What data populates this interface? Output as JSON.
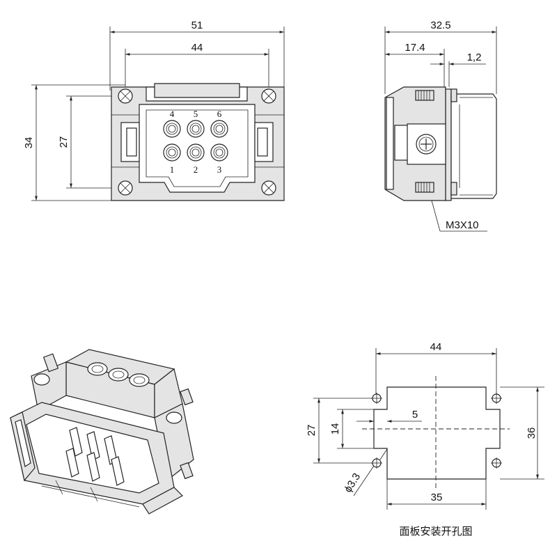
{
  "front_view": {
    "dims": {
      "overall_width": "51",
      "mount_spacing": "44",
      "overall_height": "34",
      "mount_height": "27"
    },
    "pins_top": [
      "4",
      "5",
      "6"
    ],
    "pins_bottom": [
      "1",
      "2",
      "3"
    ]
  },
  "side_view": {
    "dims": {
      "depth": "32.5",
      "flange": "17.4",
      "gap": "1,2"
    },
    "screw_callout": "M3X10"
  },
  "cutout_view": {
    "dims": {
      "top_width": "44",
      "bottom_width": "35",
      "hole_spacing": "27",
      "notch_height": "14",
      "offset": "5",
      "height": "36",
      "hole_diameter": "ϕ3.3"
    },
    "caption": "面板安装开孔图"
  }
}
